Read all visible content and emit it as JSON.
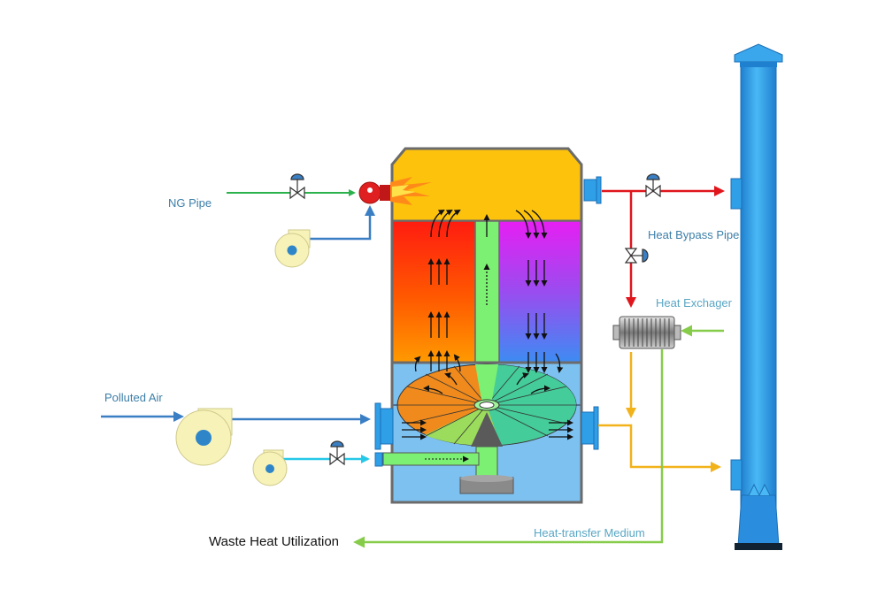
{
  "labels": {
    "ng_pipe": "NG Pipe",
    "polluted_air": "Polluted Air",
    "heat_bypass_pipe": "Heat Bypass Pipe",
    "heat_exchanger": "Heat Exchager",
    "heat_transfer_medium": "Heat-transfer Medium",
    "waste_heat_utilization": "Waste Heat Utilization"
  },
  "colors": {
    "gas_line": "#2bb24c",
    "air_line": "#3a7fc4",
    "hot_line": "#e0161c",
    "warm_line": "#f2b21a",
    "medium_line": "#86cc4a",
    "cold_air_line": "#26c8e8",
    "combustion_chamber": "#fdc20c",
    "hot_zone": "#ff2a00",
    "cold_zone": "#e020f0",
    "lower_chamber": "#7dc1f0",
    "stack": "#2f9fe8",
    "center_duct": "#7cf072"
  },
  "icons": [
    "burner-icon",
    "valve-icon",
    "fan-icon",
    "heat-exchanger-icon",
    "rotary-diverter-icon",
    "chimney-stack-icon"
  ]
}
